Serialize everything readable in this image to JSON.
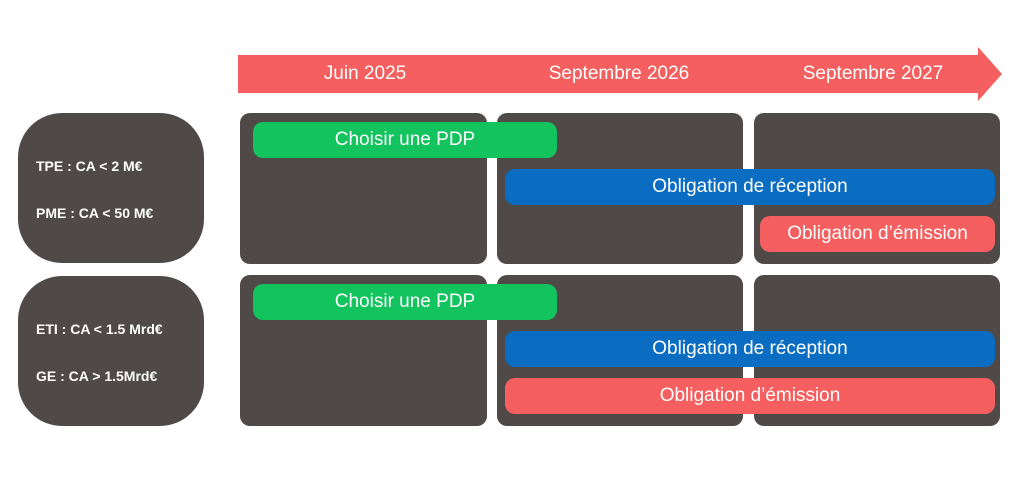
{
  "timeline": {
    "periods": [
      "Juin 2025",
      "Septembre 2026",
      "Septembre 2027"
    ]
  },
  "rows": [
    {
      "categories": [
        "TPE : CA < 2 M€",
        "PME : CA < 50 M€"
      ],
      "bars": {
        "choose": "Choisir une PDP",
        "reception": "Obligation de réception",
        "emission": "Obligation d’émission"
      }
    },
    {
      "categories": [
        "ETI : CA < 1.5 Mrd€",
        "GE : CA > 1.5Mrd€"
      ],
      "bars": {
        "choose": "Choisir une PDP",
        "reception": "Obligation de réception",
        "emission": "Obligation d’émission"
      }
    }
  ],
  "colors": {
    "timeline": "#f55f5f",
    "cell": "#4f4a47",
    "choose": "#12c35e",
    "reception": "#0b6dc1",
    "emission": "#f55f5f"
  }
}
